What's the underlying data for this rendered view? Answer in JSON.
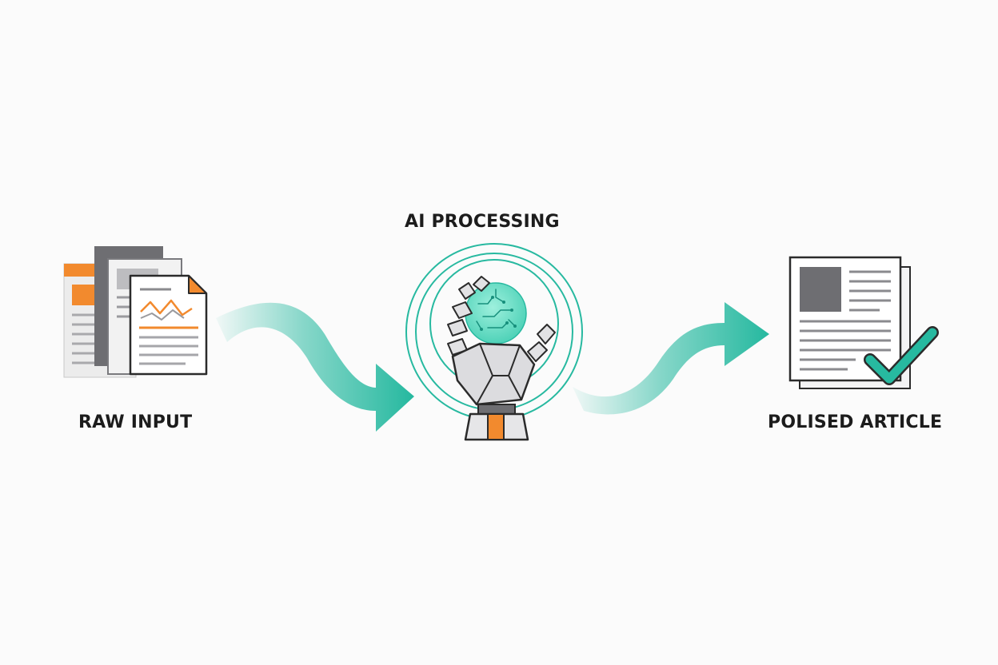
{
  "diagram": {
    "stages": [
      {
        "id": "raw",
        "label": "RAW INPUT"
      },
      {
        "id": "ai",
        "label": "AI PROCESSING"
      },
      {
        "id": "polished",
        "label": "POLISED ARTICLE"
      }
    ]
  },
  "colors": {
    "accent": "#27b9a0",
    "highlight": "#f28a2e",
    "ink": "#1c1c1c",
    "gray_dark": "#6e6e72",
    "gray_light": "#e9e9ea",
    "background": "#fbfbfb"
  },
  "icons": {
    "raw": "stacked-documents-with-chart-icon",
    "ai": "robot-hand-holding-circuit-orb-icon",
    "polished": "article-with-checkmark-icon",
    "flow": "curved-arrow-icon"
  }
}
